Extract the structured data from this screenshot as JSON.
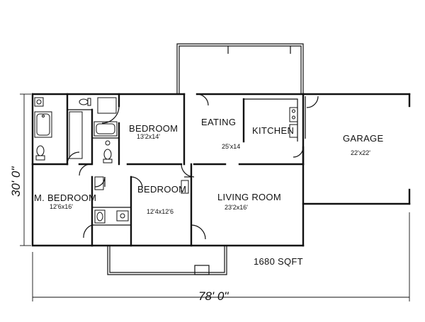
{
  "rooms": {
    "bedroom_top": {
      "name": "BEDROOM",
      "size": "13'2x14'"
    },
    "eating": {
      "name": "EATING",
      "size": "25'x14"
    },
    "kitchen": {
      "name": "KITCHEN"
    },
    "garage": {
      "name": "GARAGE",
      "size": "22'x22'"
    },
    "master": {
      "name": "M. BEDROOM",
      "size": "12'6x16'"
    },
    "bedroom_mid": {
      "name": "BEDROOM",
      "size": "12'4x12'6"
    },
    "living": {
      "name": "LIVING ROOM",
      "size": "23'2x16'"
    }
  },
  "area": "1680 SQFT",
  "dimensions": {
    "width": "78' 0\"",
    "depth": "30' 0\""
  }
}
